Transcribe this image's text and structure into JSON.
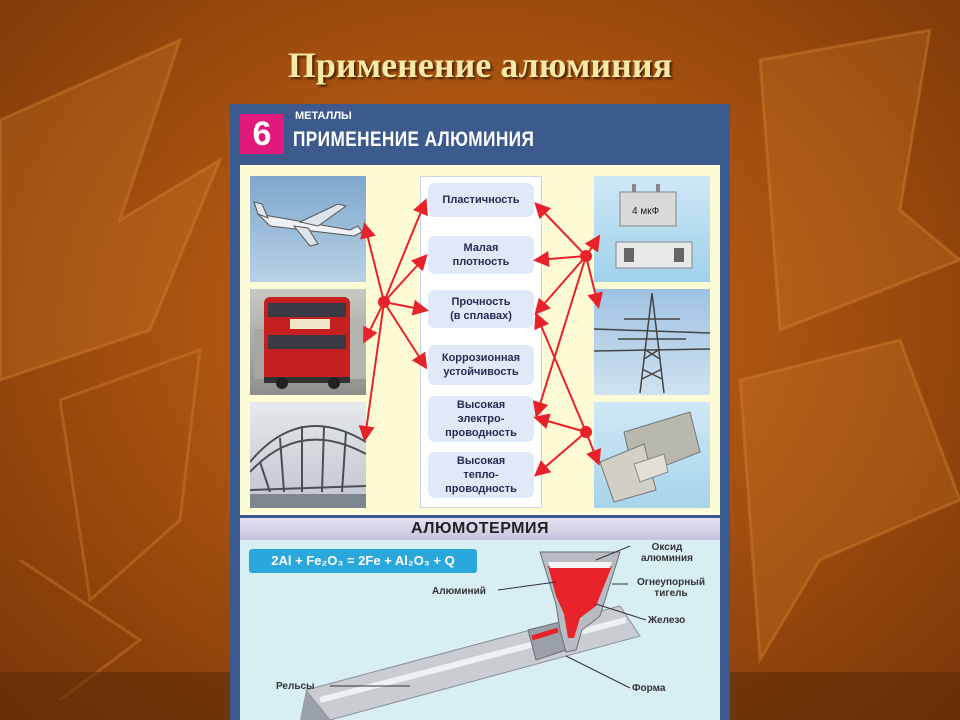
{
  "slide": {
    "title": "Применение алюминия"
  },
  "poster": {
    "number": "6",
    "section": "МЕТАЛЛЫ",
    "subtitle": "ПРИМЕНЕНИЕ АЛЮМИНИЯ",
    "properties": [
      {
        "line1": "Пластичность",
        "line2": "",
        "line3": ""
      },
      {
        "line1": "Малая",
        "line2": "плотность",
        "line3": ""
      },
      {
        "line1": "Прочность",
        "line2": "(в сплавах)",
        "line3": ""
      },
      {
        "line1": "Коррозионная",
        "line2": "устойчивость",
        "line3": ""
      },
      {
        "line1": "Высокая",
        "line2": "электро-",
        "line3": "проводность"
      },
      {
        "line1": "Высокая",
        "line2": "тепло-",
        "line3": "проводность"
      }
    ],
    "capacitor_label": "4 мкФ",
    "aluminothermy": {
      "header": "АЛЮМОТЕРМИЯ",
      "formula": "2Al + Fe₂O₃ = 2Fe + Al₂O₃ + Q",
      "labels": {
        "oxide": "Оксид алюминия",
        "oxide_line1": "Оксид",
        "oxide_line2": "алюминия",
        "aluminum": "Алюминий",
        "crucible_line1": "Огнеупорный",
        "crucible_line2": "тигель",
        "iron": "Железо",
        "rails": "Рельсы",
        "mold": "Форма"
      }
    }
  },
  "colors": {
    "accent_pink": "#e0197a",
    "poster_blue": "#3d5a8e",
    "arrow_red": "#e8222a",
    "title_yellow": "#f4e9a6",
    "formula_blue": "#2aa8dc"
  }
}
